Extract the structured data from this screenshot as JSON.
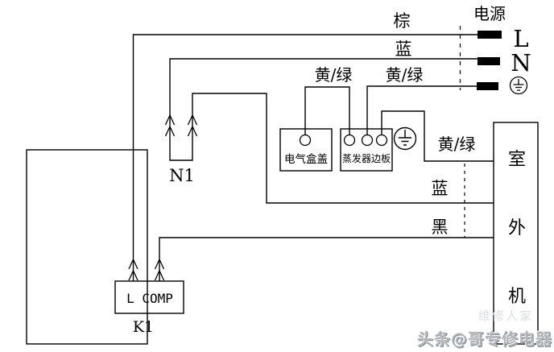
{
  "power": {
    "title": "电源",
    "line_label": "L",
    "neutral_label": "N"
  },
  "wire_labels": {
    "brown": "棕",
    "blue_top": "蓝",
    "yellow_green_1": "黄/绿",
    "yellow_green_2": "黄/绿",
    "yellow_green_right": "黄/绿",
    "blue_right": "蓝",
    "black_right": "黑"
  },
  "components": {
    "electric_box_cover": "电气盒盖",
    "evaporator_side_plate": "蒸发器边板",
    "outdoor_unit_chars": [
      "室",
      "外",
      "机"
    ],
    "compressor_label": "L COMP",
    "relay_ref": "K1",
    "connector_ref": "N1"
  },
  "watermark": {
    "main": "头条@哥专修电器",
    "ghost": "维修人家"
  },
  "colors": {
    "line": "#000000",
    "background": "#ffffff",
    "watermark": "#b0b6bb"
  }
}
